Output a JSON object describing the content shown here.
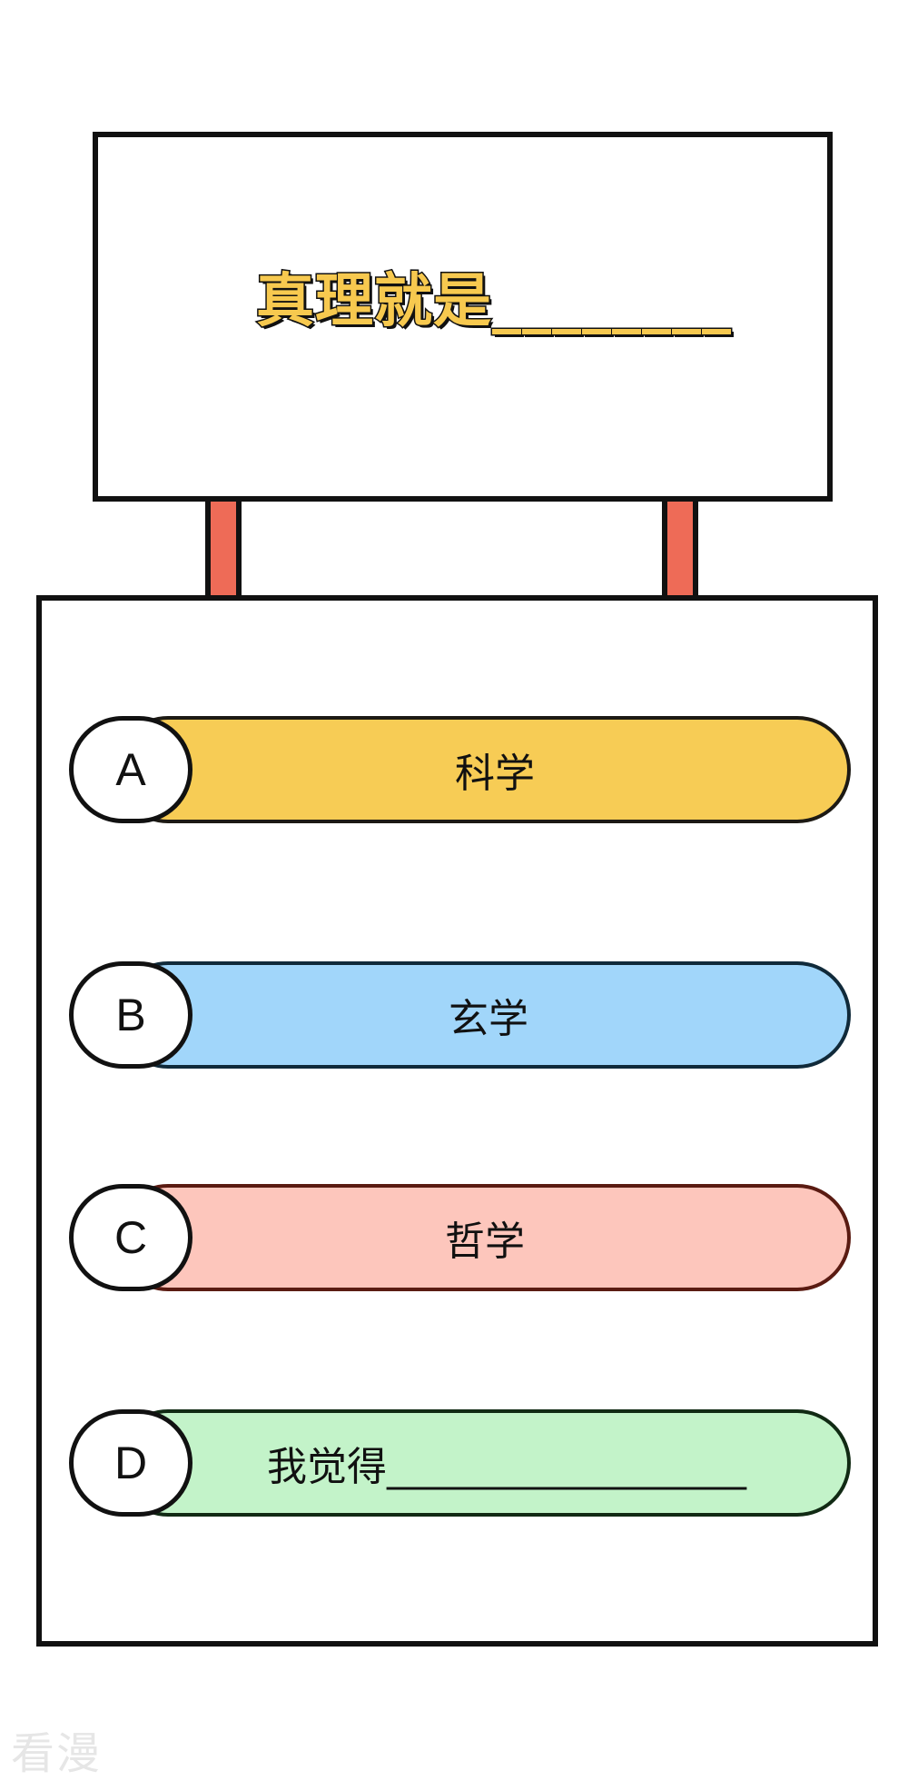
{
  "question": {
    "text": "真理就是________",
    "text_color": "#f7c94f"
  },
  "options": [
    {
      "letter": "A",
      "label": "科学",
      "color": "#f7cc55"
    },
    {
      "letter": "B",
      "label": "玄学",
      "color": "#a1d6fa"
    },
    {
      "letter": "C",
      "label": "哲学",
      "color": "#fdc6bc"
    },
    {
      "letter": "D",
      "label": "我觉得__________________",
      "color": "#c3f3c9"
    }
  ],
  "post_color": "#ee6b57",
  "watermark": "看漫"
}
